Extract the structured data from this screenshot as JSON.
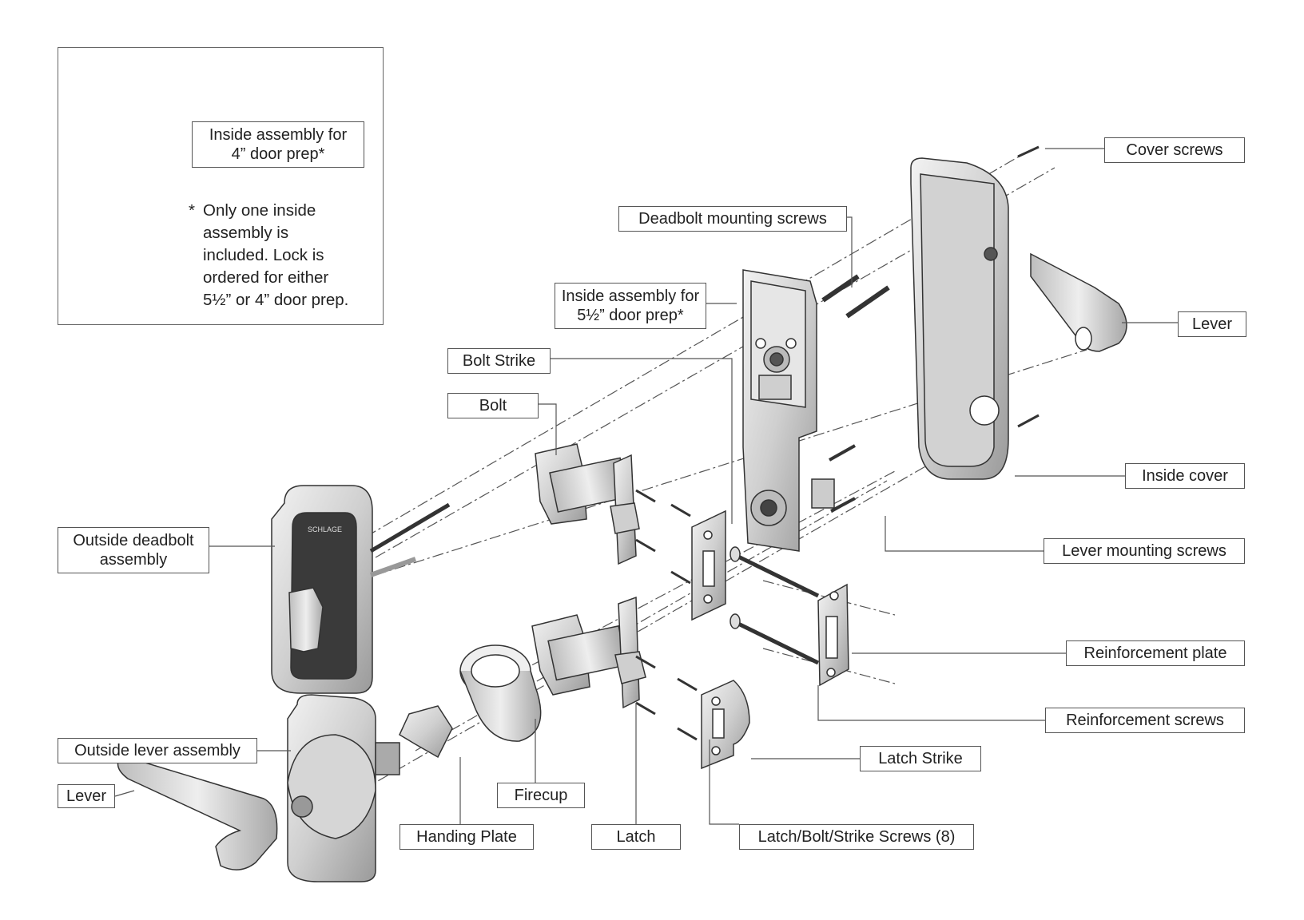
{
  "inset": {
    "assembly_label": [
      "Inside assembly for",
      "4” door prep*"
    ],
    "note_marker": "*",
    "note_lines": [
      "Only one inside",
      "assembly is",
      "included. Lock is",
      "ordered for either",
      "5½” or 4” door prep."
    ]
  },
  "labels": {
    "cover_screws": "Cover screws",
    "deadbolt_mounting_screws": "Deadbolt mounting screws",
    "inside_assembly_55": [
      "Inside assembly for",
      "5½” door prep*"
    ],
    "lever_right": "Lever",
    "bolt_strike": "Bolt Strike",
    "bolt": "Bolt",
    "inside_cover": "Inside cover",
    "outside_deadbolt_assembly": [
      "Outside deadbolt",
      "assembly"
    ],
    "lever_mounting_screws": "Lever mounting screws",
    "reinforcement_plate": "Reinforcement plate",
    "reinforcement_screws": "Reinforcement screws",
    "outside_lever_assembly": "Outside lever assembly",
    "latch_strike": "Latch Strike",
    "lever_left": "Lever",
    "firecup": "Firecup",
    "handing_plate": "Handing Plate",
    "latch": "Latch",
    "latch_bolt_strike_screws": "Latch/Bolt/Strike Screws (8)"
  },
  "outside_logo": "SCHLAGE",
  "colors": {
    "line": "#444444",
    "part_fill": "#d9d9d9",
    "part_dark": "#3a3a3a",
    "label_border": "#555555"
  }
}
